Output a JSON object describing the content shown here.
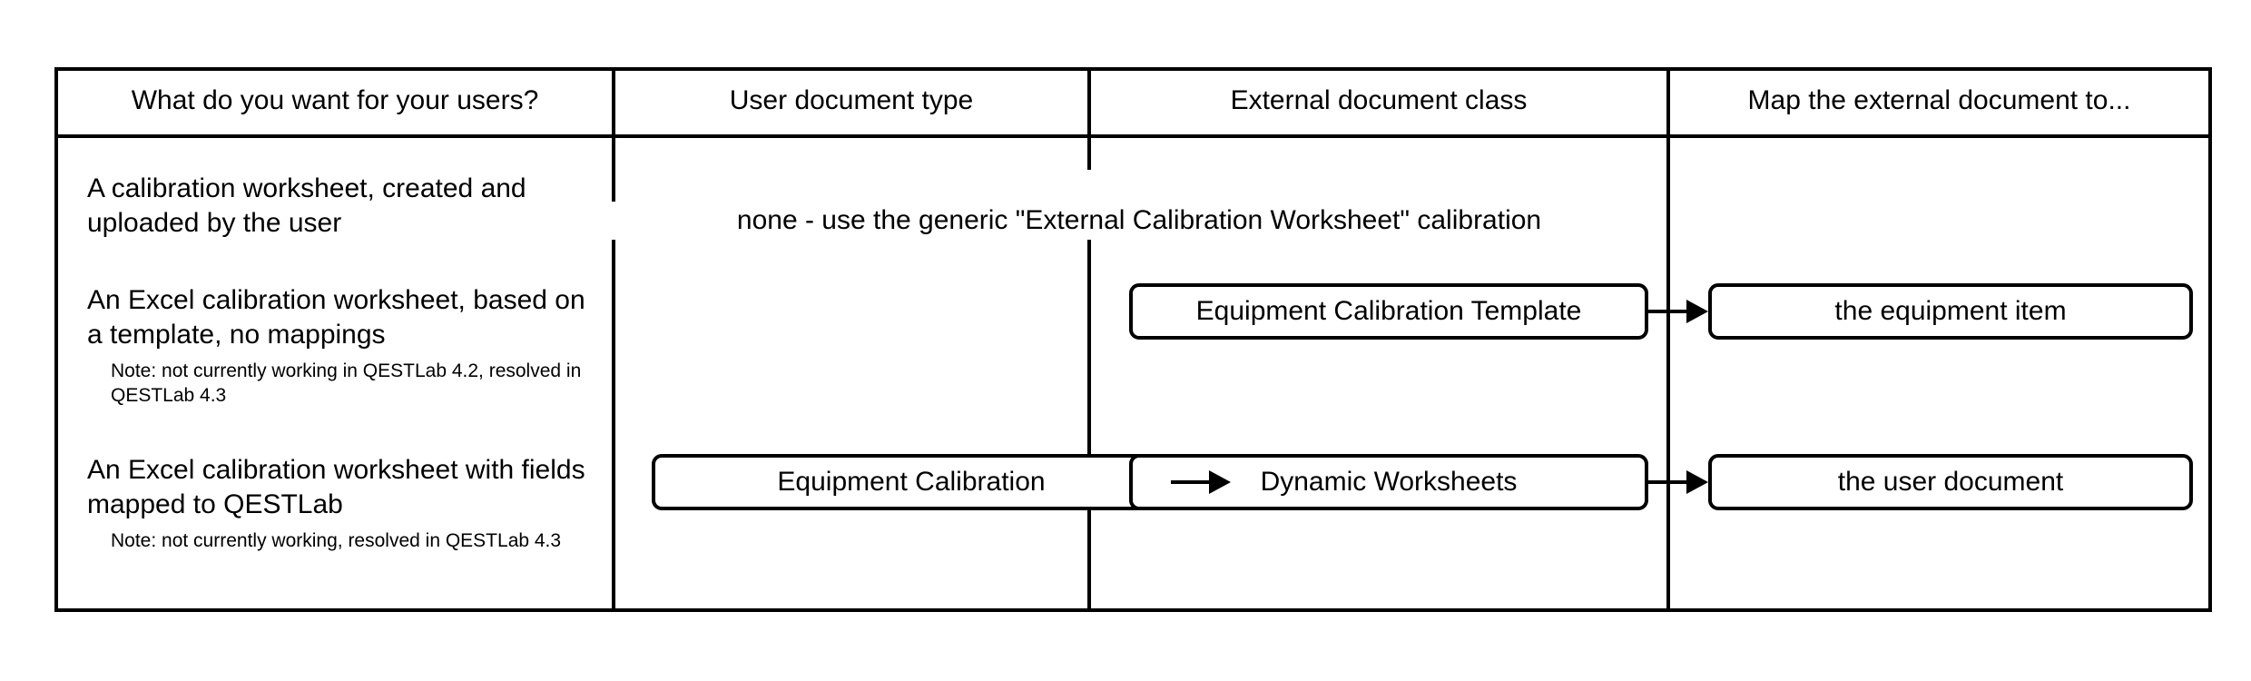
{
  "diagram": {
    "title": "QESTLab external calibration document mapping matrix",
    "columns": [
      {
        "id": "question",
        "header": "What do you want for your users?"
      },
      {
        "id": "user_document_type",
        "header": "User document type"
      },
      {
        "id": "external_document_class",
        "header": "External document class"
      },
      {
        "id": "mapping_target",
        "header": "Map the external document to..."
      }
    ],
    "rows": [
      {
        "id": "row-uploaded-worksheet",
        "description": "A calibration worksheet, created and uploaded by the user",
        "note": "",
        "user_document_type": "",
        "external_document_class": "",
        "mapping_target": ""
      },
      {
        "id": "row-template-no-mappings",
        "description": "An Excel calibration worksheet, based on a template, no mappings",
        "note": "Note: not currently working in QESTLab 4.2, resolved in QESTLab 4.3",
        "user_document_type": "",
        "external_document_class": "Equipment Calibration Template",
        "mapping_target": "the equipment item"
      },
      {
        "id": "row-fields-mapped",
        "description": "An Excel calibration worksheet with fields mapped to QESTLab",
        "note": "Note: not currently working, resolved in QESTLab 4.3",
        "user_document_type": "Equipment Calibration",
        "external_document_class": "Dynamic Worksheets",
        "mapping_target": "the user document"
      }
    ],
    "spanning_note": "none - use the generic \"External Calibration Worksheet\" calibration",
    "connectors": [
      {
        "id": "connector-template-to-equipment-item",
        "from": "Equipment Calibration Template",
        "to": "the equipment item",
        "marker": "arrow-head-icon"
      },
      {
        "id": "connector-calibration-to-dynamic",
        "from": "Equipment Calibration",
        "to": "Dynamic Worksheets",
        "marker": "arrow-head-icon"
      },
      {
        "id": "connector-dynamic-to-user-document",
        "from": "Dynamic Worksheets",
        "to": "the user document",
        "marker": "arrow-head-icon"
      }
    ],
    "colors": {
      "background": "#ffffff",
      "stroke": "#000000",
      "text": "#000000"
    }
  }
}
